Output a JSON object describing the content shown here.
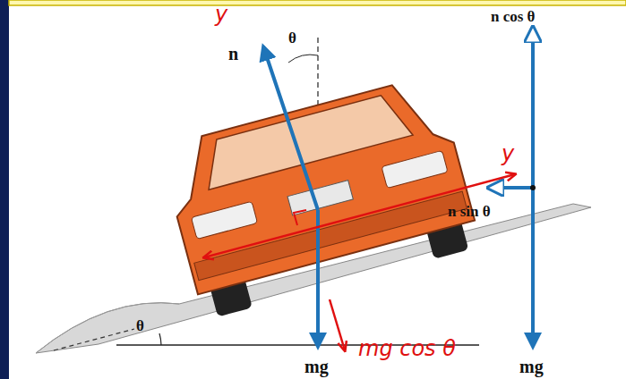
{
  "diagram": {
    "labels": [
      "y",
      "n",
      "θ",
      "n cos θ",
      "y",
      "n sin θ",
      "mg cos θ",
      "θ",
      "mg",
      "mg"
    ]
  }
}
